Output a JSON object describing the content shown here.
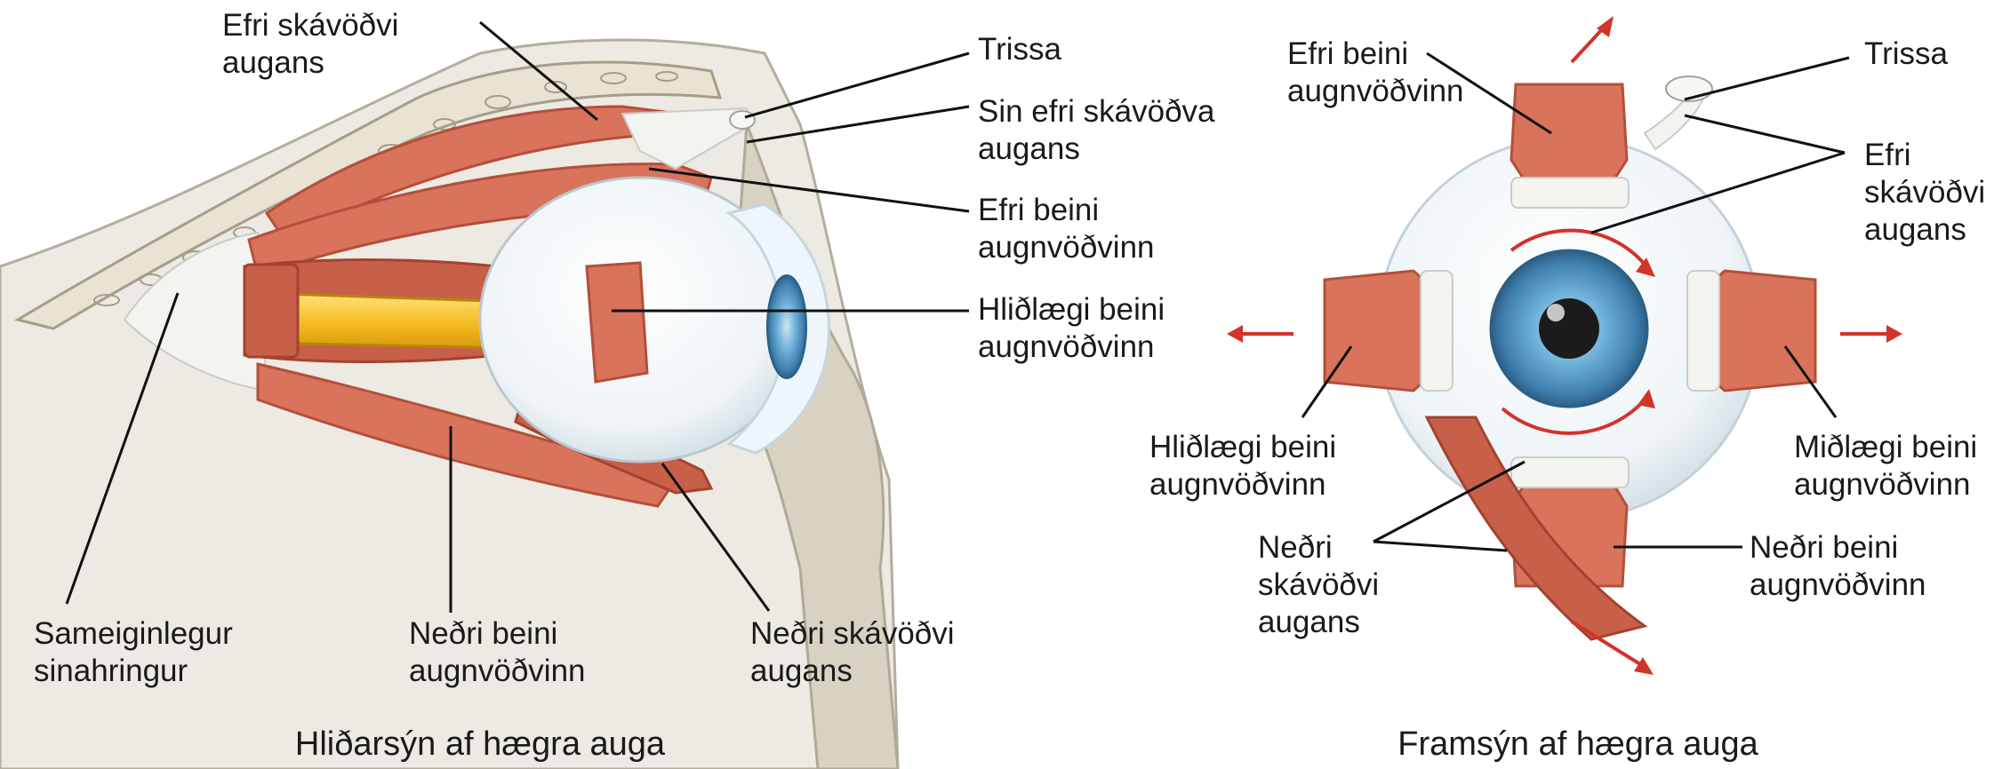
{
  "captions": {
    "left": "Hliðarsýn af hægra auga",
    "right": "Framsýn af hægra auga"
  },
  "side_view": {
    "superior_oblique": [
      "Efri skávöðvi",
      "augans"
    ],
    "trochlea": "Trissa",
    "superior_oblique_tendon": [
      "Sin efri skávöðva",
      "augans"
    ],
    "superior_rectus": [
      "Efri beini",
      "augnvöðvinn"
    ],
    "lateral_rectus": [
      "Hliðlægi beini",
      "augnvöðvinn"
    ],
    "common_tendinous_ring": [
      "Sameiginlegur",
      "sinahringur"
    ],
    "inferior_rectus": [
      "Neðri beini",
      "augnvöðvinn"
    ],
    "inferior_oblique": [
      "Neðri skávöðvi",
      "augans"
    ]
  },
  "front_view": {
    "superior_rectus": [
      "Efri beini",
      "augnvöðvinn"
    ],
    "trochlea": "Trissa",
    "superior_oblique": [
      "Efri",
      "skávöðvi",
      "augans"
    ],
    "lateral_rectus": [
      "Hliðlægi beini",
      "augnvöðvinn"
    ],
    "medial_rectus": [
      "Miðlægi beini",
      "augnvöðvinn"
    ],
    "inferior_oblique": [
      "Neðri",
      "skávöðvi",
      "augans"
    ],
    "inferior_rectus": [
      "Neðri beini",
      "augnvöðvinn"
    ]
  },
  "colors": {
    "muscle": "#d9735c",
    "arrow": "#d2332a",
    "iris": "#4f9cc8",
    "bone": "#ddd8cb"
  }
}
